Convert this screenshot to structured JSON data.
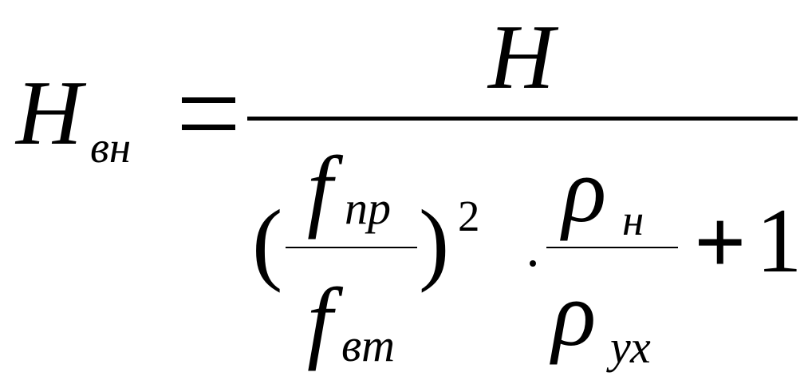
{
  "formula": {
    "lhs": {
      "symbol": "H",
      "subscript": "вн"
    },
    "equals": "=",
    "numerator": "H",
    "denominator": {
      "open_paren": "(",
      "close_paren": ")",
      "ratio1": {
        "num": {
          "symbol": "f",
          "subscript": "пр"
        },
        "den": {
          "symbol": "f",
          "subscript": "вт"
        }
      },
      "exponent": "2",
      "ratio2": {
        "num": {
          "symbol": "ρ",
          "subscript": "н"
        },
        "den": {
          "symbol": "ρ",
          "subscript": "ух"
        }
      },
      "plus": "+",
      "one": "1"
    }
  }
}
